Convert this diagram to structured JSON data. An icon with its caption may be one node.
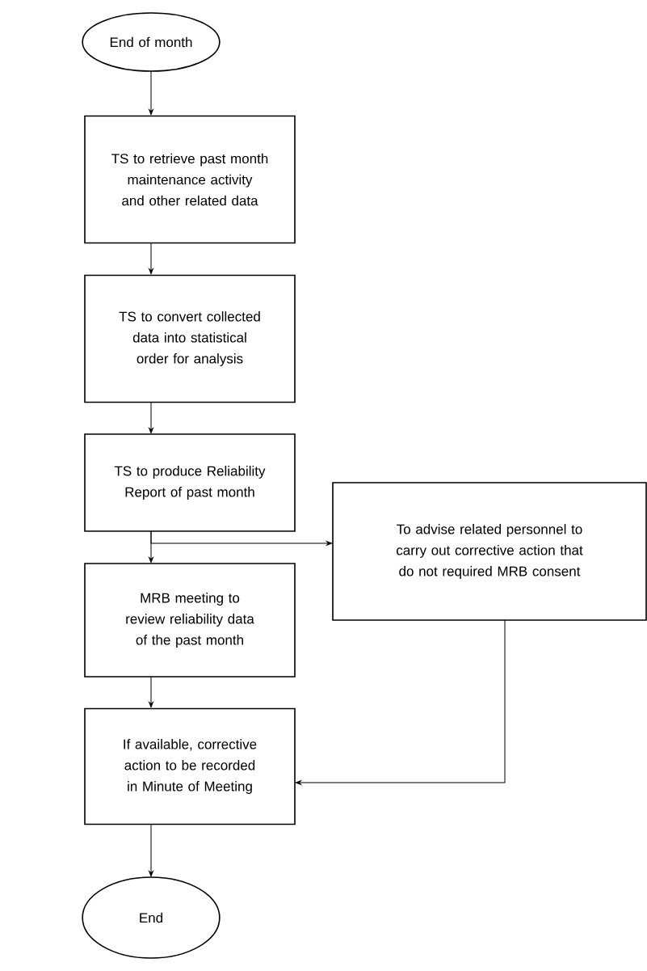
{
  "diagram": {
    "nodes": [
      {
        "text": [
          "End of month"
        ]
      },
      {
        "text": [
          "TS to retrieve past month maintenance activity and other related data"
        ]
      },
      {
        "text": [
          "TS to convert collected data into statistical order for analysis"
        ]
      },
      {
        "text": [
          "TS to produce Reliability Report of past month"
        ]
      },
      {
        "text": [
          "To advise related personnel to carry out corrective action that do not required MRB consent"
        ]
      },
      {
        "text": [
          "MRB meeting to review reliability data of the past month"
        ]
      },
      {
        "text": [
          "If available, corrective action to be recorded in Minute of Meeting"
        ]
      },
      {
        "text": [
          "End"
        ]
      }
    ],
    "edges": [
      {
        "from": 0,
        "to": 1,
        "arrow": "to"
      },
      {
        "from": 1,
        "to": 2,
        "arrow": "to"
      },
      {
        "from": 2,
        "to": 3,
        "arrow": "to"
      },
      {
        "from": 3,
        "to": 5,
        "arrow": "to"
      },
      {
        "from": 3,
        "to": 4,
        "arrow": "to"
      },
      {
        "from": 4,
        "to": 6,
        "arrow": "to"
      },
      {
        "from": 5,
        "to": 6,
        "arrow": "to"
      },
      {
        "from": 6,
        "to": 7,
        "arrow": "to"
      }
    ]
  }
}
